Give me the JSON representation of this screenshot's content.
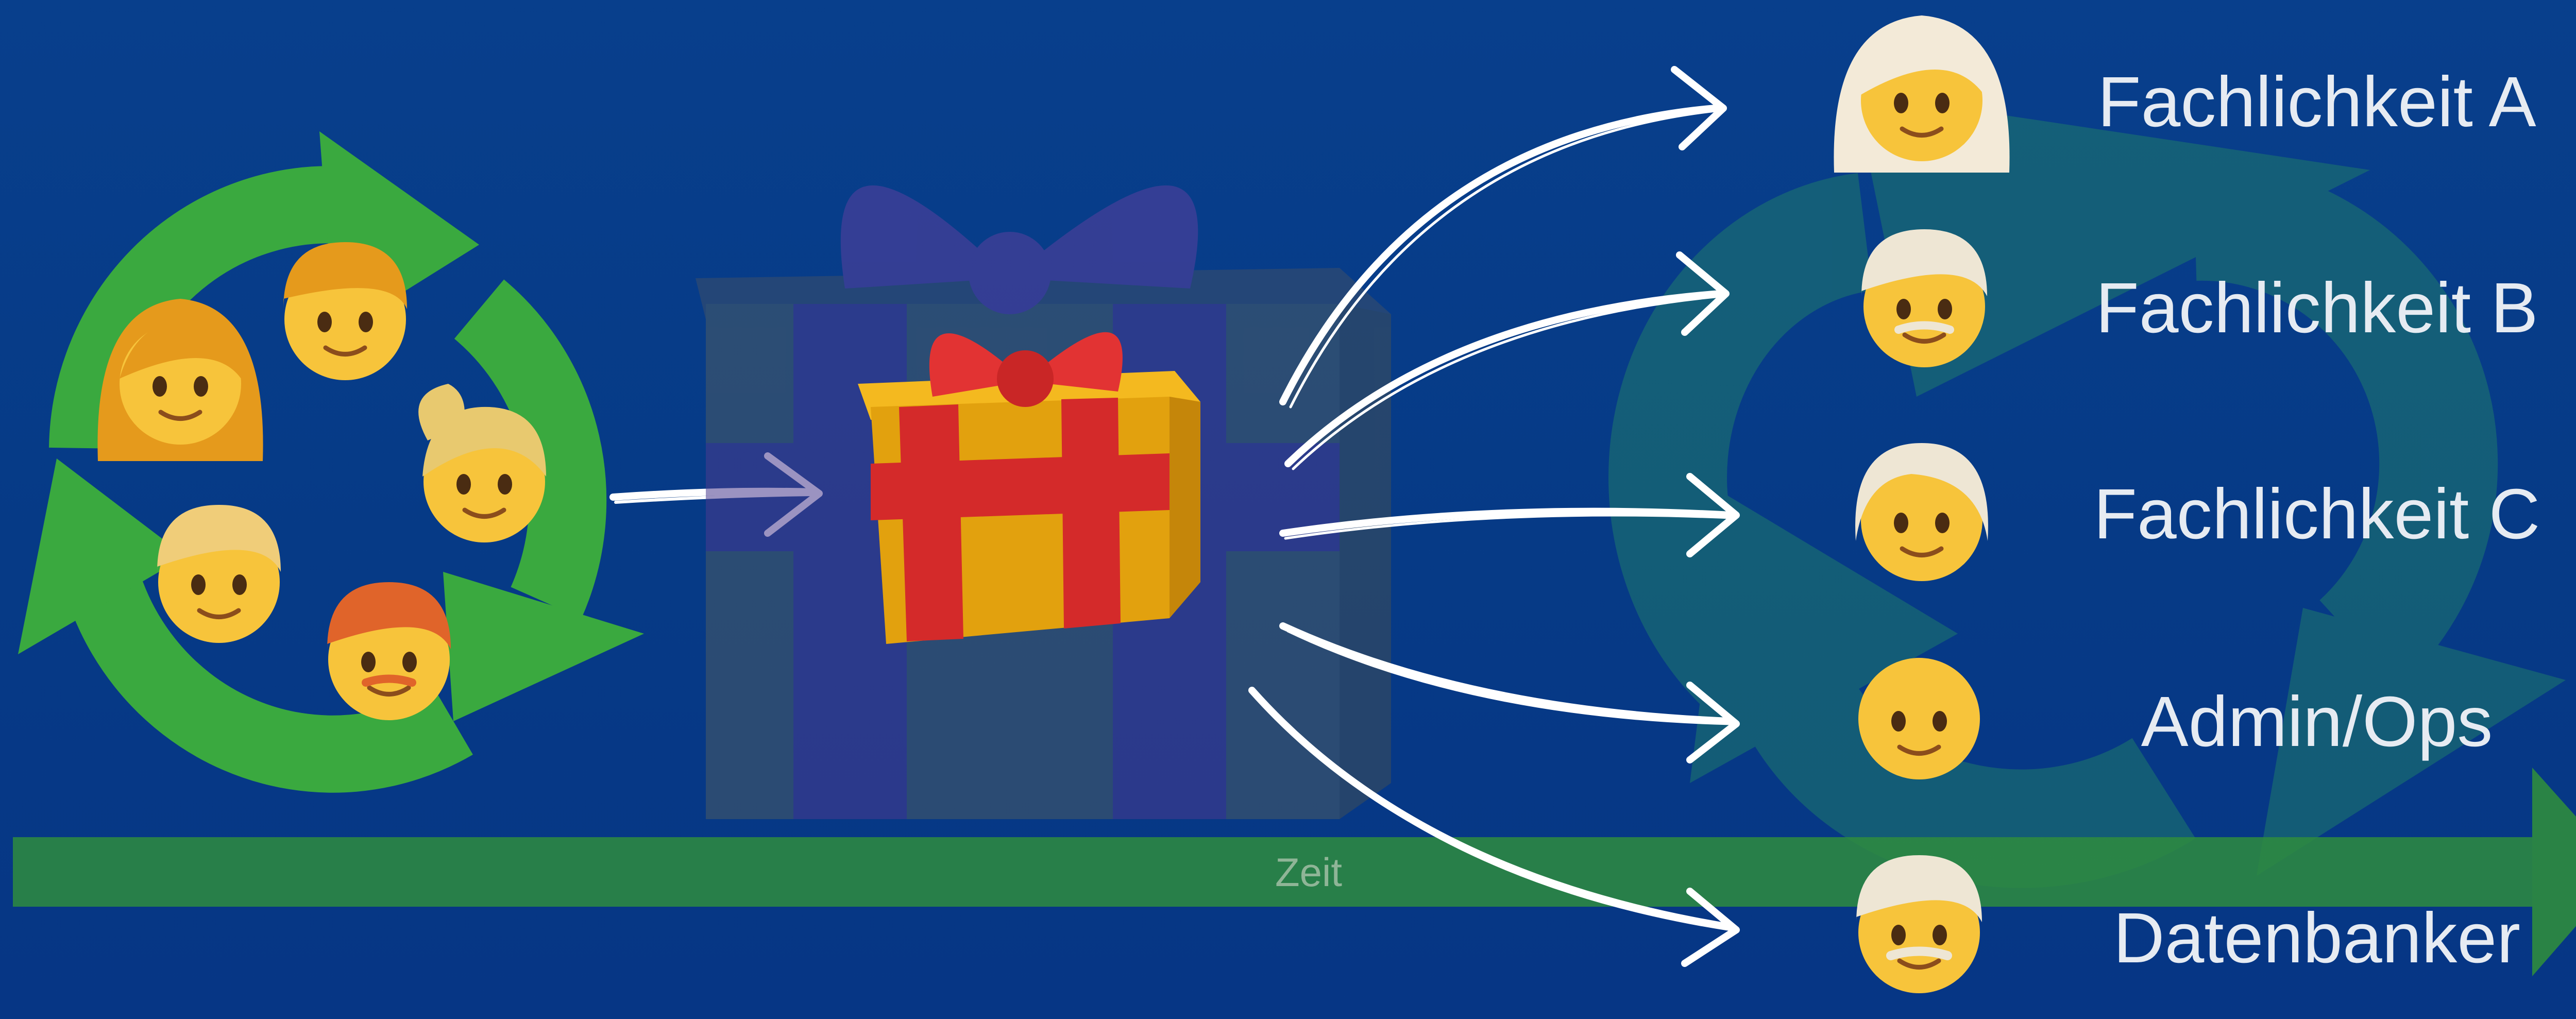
{
  "timeline": {
    "label": "Zeit"
  },
  "team": {
    "members": [
      "woman",
      "man",
      "woman-ponytail",
      "man-blond",
      "man-redhair"
    ]
  },
  "deliverable": {
    "icon": "gift-icon"
  },
  "roles": [
    {
      "label": "Fachlichkeit A",
      "avatar": "woman-white-hair"
    },
    {
      "label": "Fachlichkeit B",
      "avatar": "old-man"
    },
    {
      "label": "Fachlichkeit C",
      "avatar": "person-white-hair"
    },
    {
      "label": "Admin/Ops",
      "avatar": "bald-man"
    },
    {
      "label": "Datenbanker",
      "avatar": "old-man-mustache"
    }
  ],
  "colors": {
    "background": "#073d8a",
    "cycle_green": "#3aa93f",
    "cycle_teal": "#1f6f6a",
    "timeline_green": "#2f8c3e",
    "arrow_white": "#ffffff",
    "label_white": "#e6ebf2"
  }
}
